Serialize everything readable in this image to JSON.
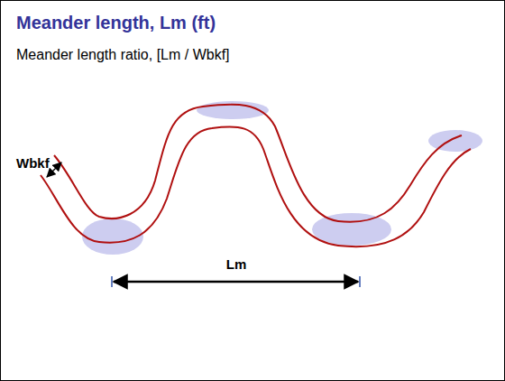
{
  "diagram": {
    "title": "Meander length, Lm (ft)",
    "labels": [
      "Meander length ratio, [Lm / Wbkf]",
      "Wbkf",
      "Lm"
    ]
  }
}
